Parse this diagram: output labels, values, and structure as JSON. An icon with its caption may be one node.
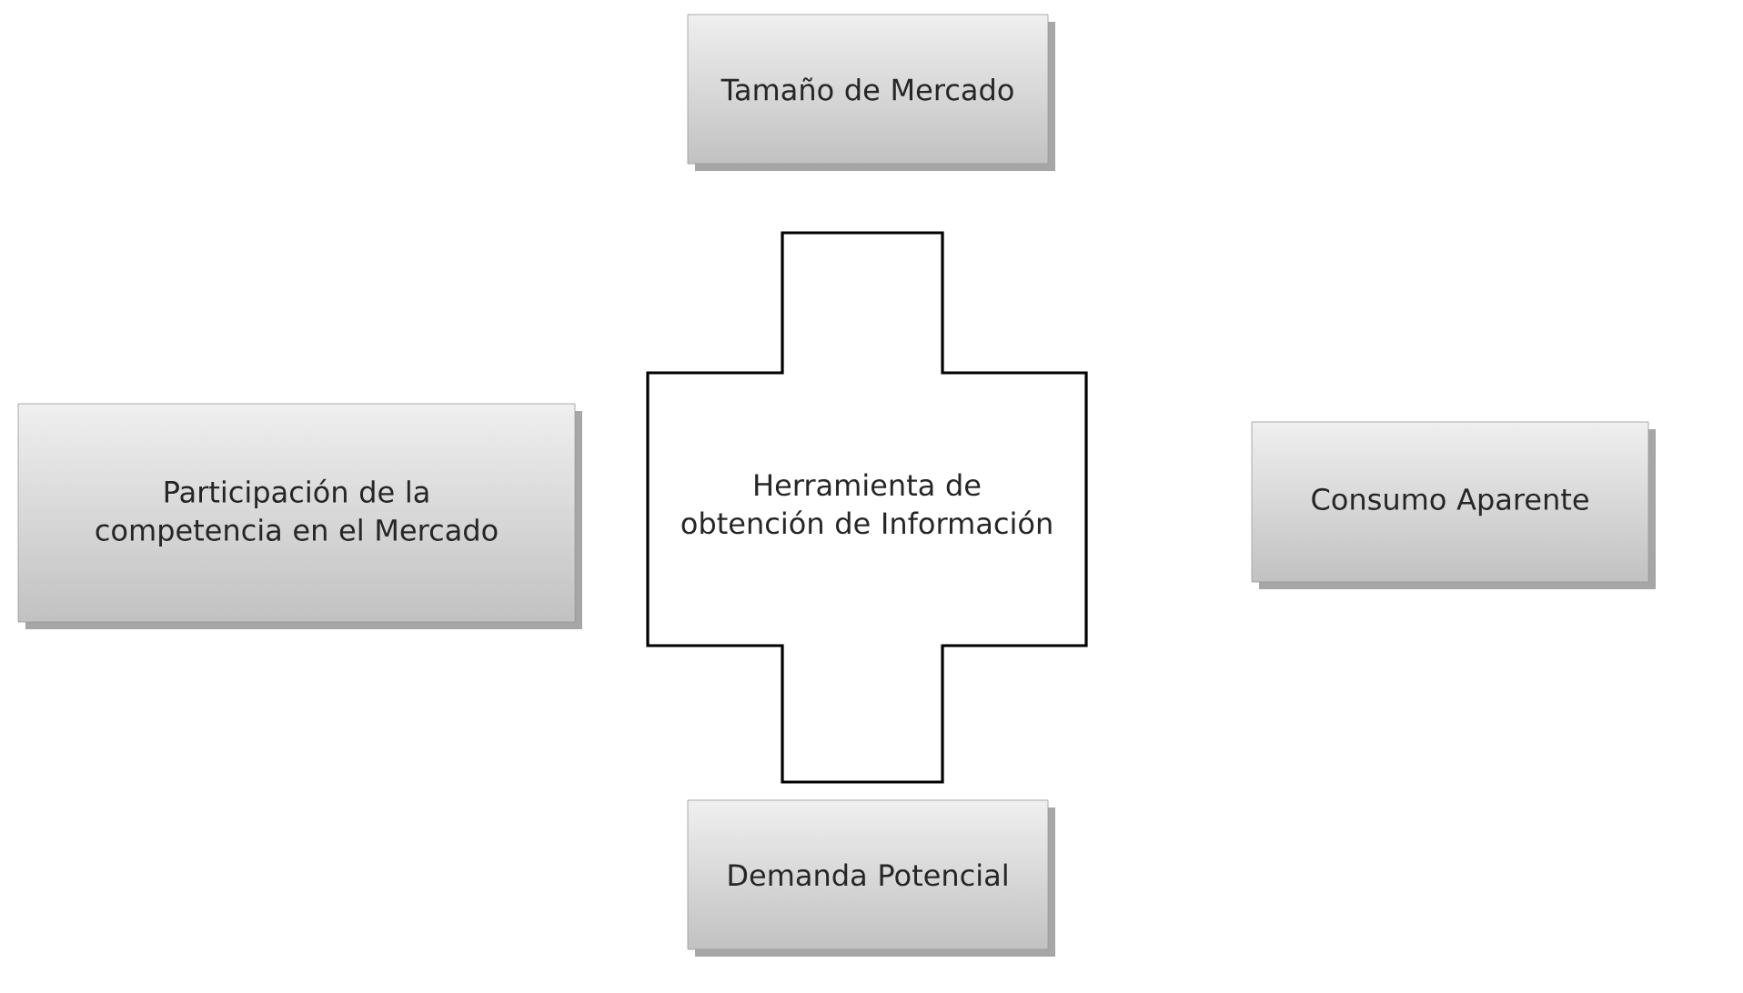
{
  "diagram": {
    "nodes": [
      {
        "text": [
          "Tamaño de Mercado"
        ]
      },
      {
        "text": [
          "Participación de la competencia en el Mercado"
        ]
      },
      {
        "text": [
          "Herramienta de obtención de Información"
        ]
      },
      {
        "text": [
          "Consumo Aparente"
        ]
      },
      {
        "text": [
          "Demanda Potencial"
        ]
      }
    ]
  }
}
